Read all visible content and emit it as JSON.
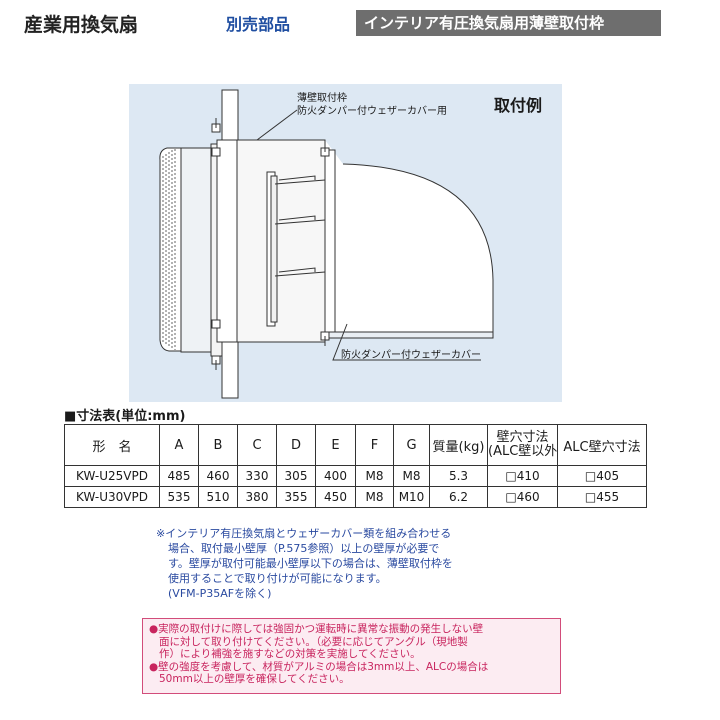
{
  "header": {
    "category": "産業用換気扇",
    "accessory": "別売部品",
    "title": "インテリア有圧換気扇用薄壁取付枠"
  },
  "diagram": {
    "title": "取付例",
    "label_frame_line1": "薄壁取付枠",
    "label_frame_line2": "防火ダンパー付ウェザーカバー用",
    "label_cover": "防火ダンパー付ウェザーカバー"
  },
  "table": {
    "title": "■寸法表(単位:mm)",
    "headers": {
      "model": "形　名",
      "a": "A",
      "b": "B",
      "c": "C",
      "d": "D",
      "e": "E",
      "f": "F",
      "g": "G",
      "mass": "質量(kg)",
      "hole_line1": "壁穴寸法",
      "hole_line2": "(ALC壁以外)",
      "alc": "ALC壁穴寸法"
    },
    "rows": [
      {
        "model": "KW-U25VPD",
        "a": "485",
        "b": "460",
        "c": "330",
        "d": "305",
        "e": "400",
        "f": "M8",
        "g": "M8",
        "mass": "5.3",
        "hole": "□410",
        "alc": "□405"
      },
      {
        "model": "KW-U30VPD",
        "a": "535",
        "b": "510",
        "c": "380",
        "d": "355",
        "e": "450",
        "f": "M8",
        "g": "M10",
        "mass": "6.2",
        "hole": "□460",
        "alc": "□455"
      }
    ]
  },
  "note": {
    "line1": "※インテリア有圧換気扇とウェザーカバー類を組み合わせる",
    "line2": "場合、取付最小壁厚（P.575参照）以上の壁厚が必要で",
    "line3": "す。壁厚が取付可能最小壁厚以下の場合は、薄壁取付枠を",
    "line4": "使用することで取り付けが可能になります。",
    "line5": "(VFM-P35AFを除く)"
  },
  "warning": {
    "line1": "●実際の取付けに際しては強固かつ運転時に異常な振動の発生しない壁",
    "line2": "面に対して取り付けてください。（必要に応じてアングル（現地製",
    "line3": "作）により補強を施すなどの対策を実施してください。",
    "line4": "●壁の強度を考慮して、材質がアルミの場合は3mm以上、ALCの場合は",
    "line5": "50mm以上の壁厚を確保してください。"
  },
  "colors": {
    "accessory_text": "#1f4ea1",
    "title_bar": "#6e6e6e",
    "diagram_bg": "#dde8f3",
    "note_text": "#2a4aa0",
    "warning_text": "#c8245e",
    "warning_border": "#d24c7a"
  }
}
